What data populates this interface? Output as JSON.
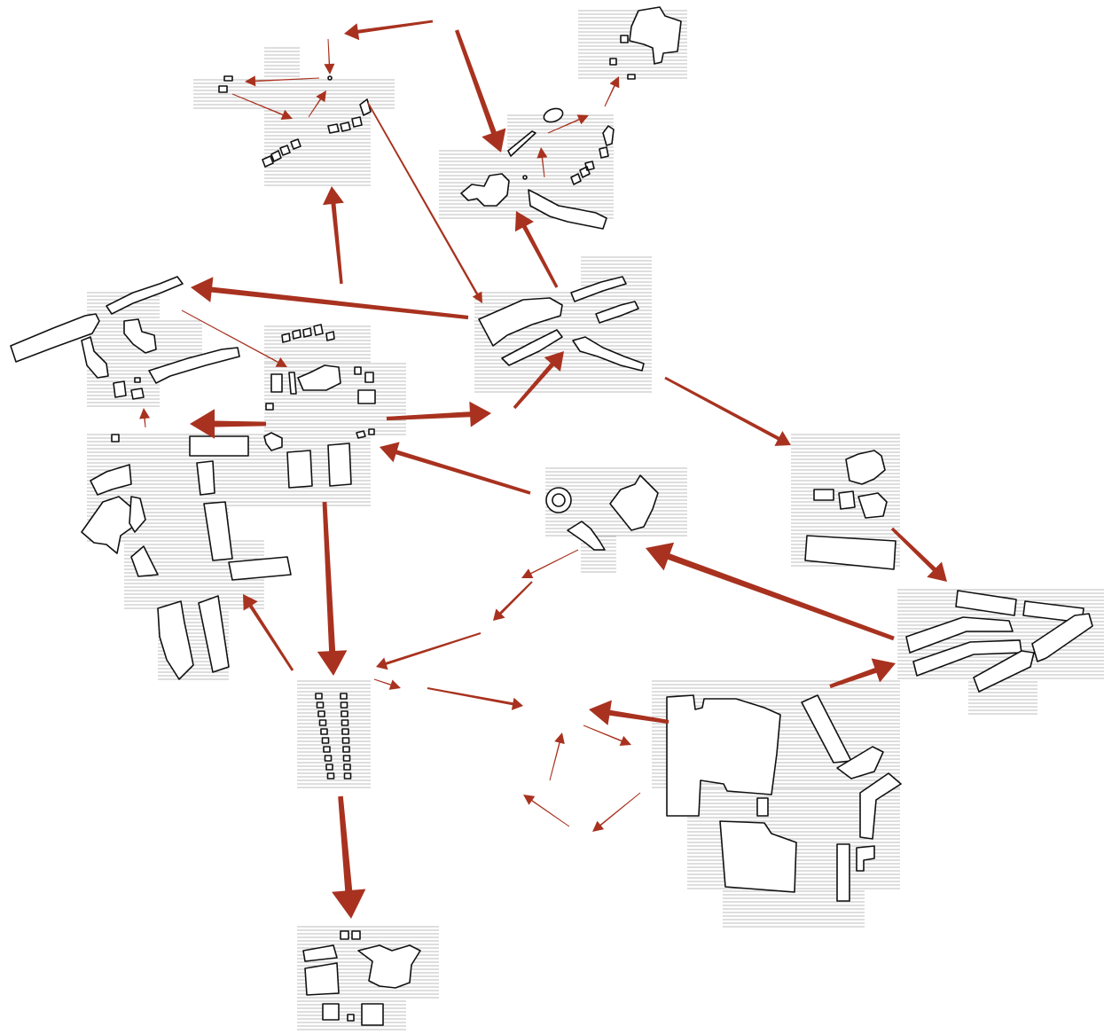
{
  "colors": {
    "arrow": "#a8321f",
    "hatch": "#bdbdbd",
    "building_outline": "#111111",
    "background": "#ffffff"
  },
  "clusters": [
    {
      "id": "north-west"
    },
    {
      "id": "north-east"
    },
    {
      "id": "upper-center"
    },
    {
      "id": "west"
    },
    {
      "id": "center"
    },
    {
      "id": "south-west"
    },
    {
      "id": "east"
    },
    {
      "id": "far-east"
    },
    {
      "id": "middle"
    },
    {
      "id": "south-center"
    },
    {
      "id": "south-east"
    },
    {
      "id": "bottom"
    }
  ],
  "flows": [
    {
      "from": "north-west",
      "to": "upper-center",
      "weight": 2
    },
    {
      "from": "north-east",
      "to": "north-west",
      "weight": 3
    },
    {
      "from": "upper-center",
      "to": "north-east",
      "weight": 4
    },
    {
      "from": "upper-center",
      "to": "west",
      "weight": 4
    },
    {
      "from": "center",
      "to": "north-west",
      "weight": 5
    },
    {
      "from": "center",
      "to": "west",
      "weight": 5
    },
    {
      "from": "center",
      "to": "upper-center",
      "weight": 4
    },
    {
      "from": "middle",
      "to": "center",
      "weight": 4
    },
    {
      "from": "upper-center",
      "to": "east",
      "weight": 3
    },
    {
      "from": "east",
      "to": "far-east",
      "weight": 3
    },
    {
      "from": "far-east",
      "to": "middle",
      "weight": 6
    },
    {
      "from": "south-east",
      "to": "far-east",
      "weight": 4
    },
    {
      "from": "center",
      "to": "south-center",
      "weight": 6
    },
    {
      "from": "south-center",
      "to": "south-west",
      "weight": 3
    },
    {
      "from": "south-center",
      "to": "bottom",
      "weight": 6
    },
    {
      "from": "middle",
      "to": "south-center",
      "weight": 2
    },
    {
      "from": "south-center",
      "to": "south-east",
      "weight": 3
    },
    {
      "from": "south-east",
      "to": "south-center",
      "weight": 4
    }
  ]
}
